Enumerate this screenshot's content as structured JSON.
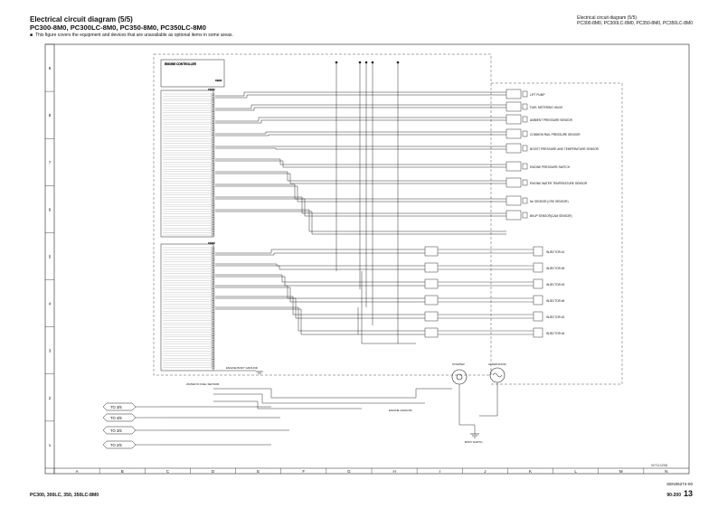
{
  "header": {
    "title": "Electrical circuit diagram (5/5)",
    "models": "PC300-8M0, PC300LC-8M0, PC350-8M0, PC350LC-8M0",
    "note": "This figure covers the equipment and devices that are unavailable as optional items in some areas."
  },
  "top_right": {
    "line1": "Electrical circuit diagram (5/5)",
    "line2": "PC300-8M0, PC300LC-8M0, PC350-8M0, PC350LC-8M0"
  },
  "footer": {
    "models": "PC300, 300LC, 350, 350LC-8M0",
    "doc_code": "SEN06274-00",
    "page_prefix": "90-200",
    "page_number": "13"
  },
  "drawing_code": "W7114258",
  "ruler": {
    "columns": [
      "A",
      "B",
      "C",
      "D",
      "E",
      "F",
      "G",
      "H",
      "I",
      "J",
      "K",
      "L",
      "M",
      "N"
    ],
    "rows": [
      "9",
      "8",
      "7",
      "6",
      "5",
      "4",
      "3",
      "2",
      "1"
    ]
  },
  "connectors": {
    "engine_controller_title": "ENGINE CONTROLLER",
    "cn1": "CE01",
    "cn2": "CE02",
    "cn3": "CE03"
  },
  "components": [
    "LIFT PUMP",
    "FUEL METERING VALVE",
    "AMBIENT PRESSURE SENSOR",
    "COMMON RAIL PRESSURE SENSOR",
    "BOOST PRESSURE AND TEMPERATURE SENSOR",
    "ENGINE PRESSURE SWITCH",
    "ENGINE WATER TEMPERATURE SENSOR",
    "Ne SENSOR (CRK SENSOR)",
    "BKUP SENSOR(CAM SENSOR)",
    "INJECTOR #1",
    "INJECTOR #5",
    "INJECTOR #3",
    "INJECTOR #6",
    "INJECTOR #2",
    "INJECTOR #4",
    "ENGINE BODY GROUND",
    "WATER IN FUEL SENSOR",
    "STARTER",
    "ALTERNATOR",
    "BODY EARTH",
    "ENGINE GROUND"
  ],
  "page_refs": [
    "TO 3/5",
    "TO 4/5",
    "TO 3/5",
    "TO 2/5"
  ],
  "colors": {
    "line": "#1a1a1a",
    "dashed": "#555555",
    "paper": "#ffffff"
  }
}
